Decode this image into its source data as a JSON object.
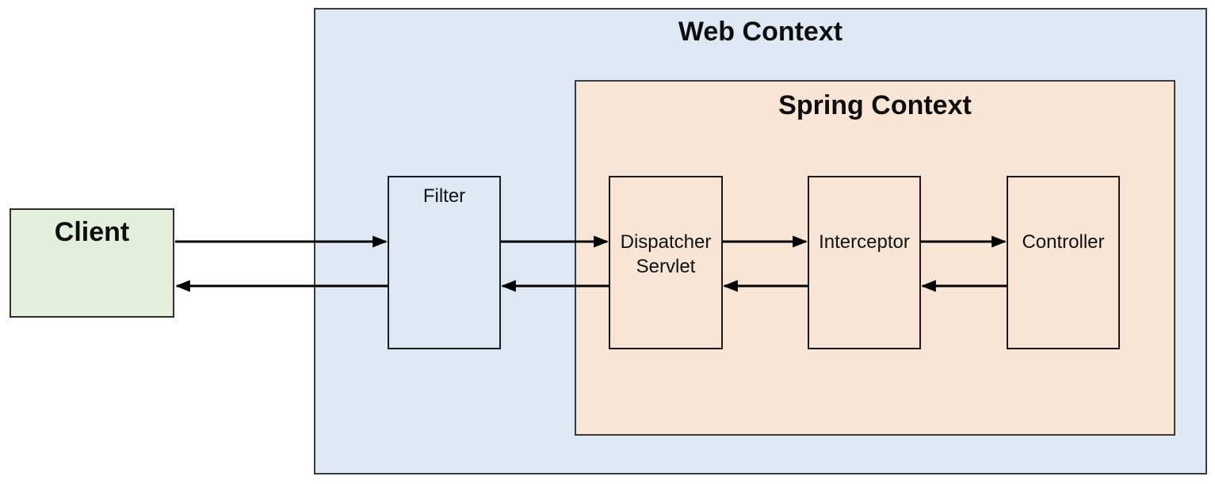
{
  "diagram": {
    "web_context_label": "Web Context",
    "spring_context_label": "Spring Context",
    "nodes": {
      "client": "Client",
      "filter": "Filter",
      "dispatcher_servlet": "Dispatcher Servlet",
      "interceptor": "Interceptor",
      "controller": "Controller"
    },
    "flow": {
      "forward": [
        "Client",
        "Filter",
        "Dispatcher Servlet",
        "Interceptor",
        "Controller"
      ],
      "return": [
        "Controller",
        "Interceptor",
        "Dispatcher Servlet",
        "Filter",
        "Client"
      ]
    },
    "colors": {
      "client_fill": "#e3efda",
      "web_context_fill": "#dfe9f5",
      "spring_context_fill": "#f8e5d6",
      "container_border": "#3b3b3b",
      "node_border": "#1a1a1a",
      "arrow": "#000000",
      "page_background": "#ffffff"
    }
  }
}
